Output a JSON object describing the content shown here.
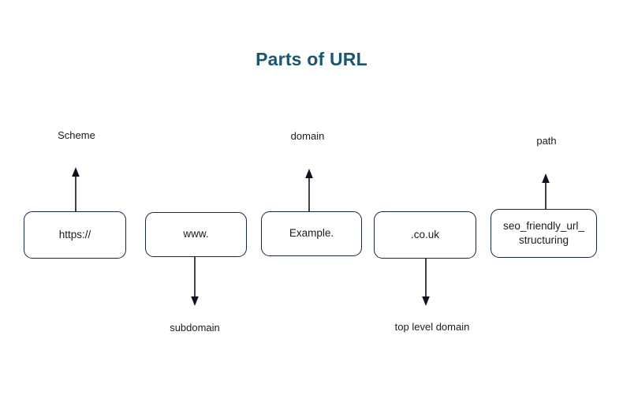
{
  "diagram": {
    "title": "Parts of URL",
    "title_color": "#1a5670",
    "box_border_color": "#16263c",
    "arrow_color": "#0d1321",
    "background_color": "#ffffff",
    "nodes": [
      {
        "id": "scheme",
        "value": "https://",
        "caption": "Scheme",
        "caption_position": "above",
        "arrow_direction": "up"
      },
      {
        "id": "subdomain",
        "value": "www.",
        "caption": "subdomain",
        "caption_position": "below",
        "arrow_direction": "down"
      },
      {
        "id": "domain",
        "value": "Example.",
        "caption": "domain",
        "caption_position": "above",
        "arrow_direction": "up"
      },
      {
        "id": "tld",
        "value": ".co.uk",
        "caption": "top level domain",
        "caption_position": "below",
        "arrow_direction": "down"
      },
      {
        "id": "path",
        "value": "seo_friendly_url_ structuring",
        "caption": "path",
        "caption_position": "above",
        "arrow_direction": "up"
      }
    ]
  }
}
